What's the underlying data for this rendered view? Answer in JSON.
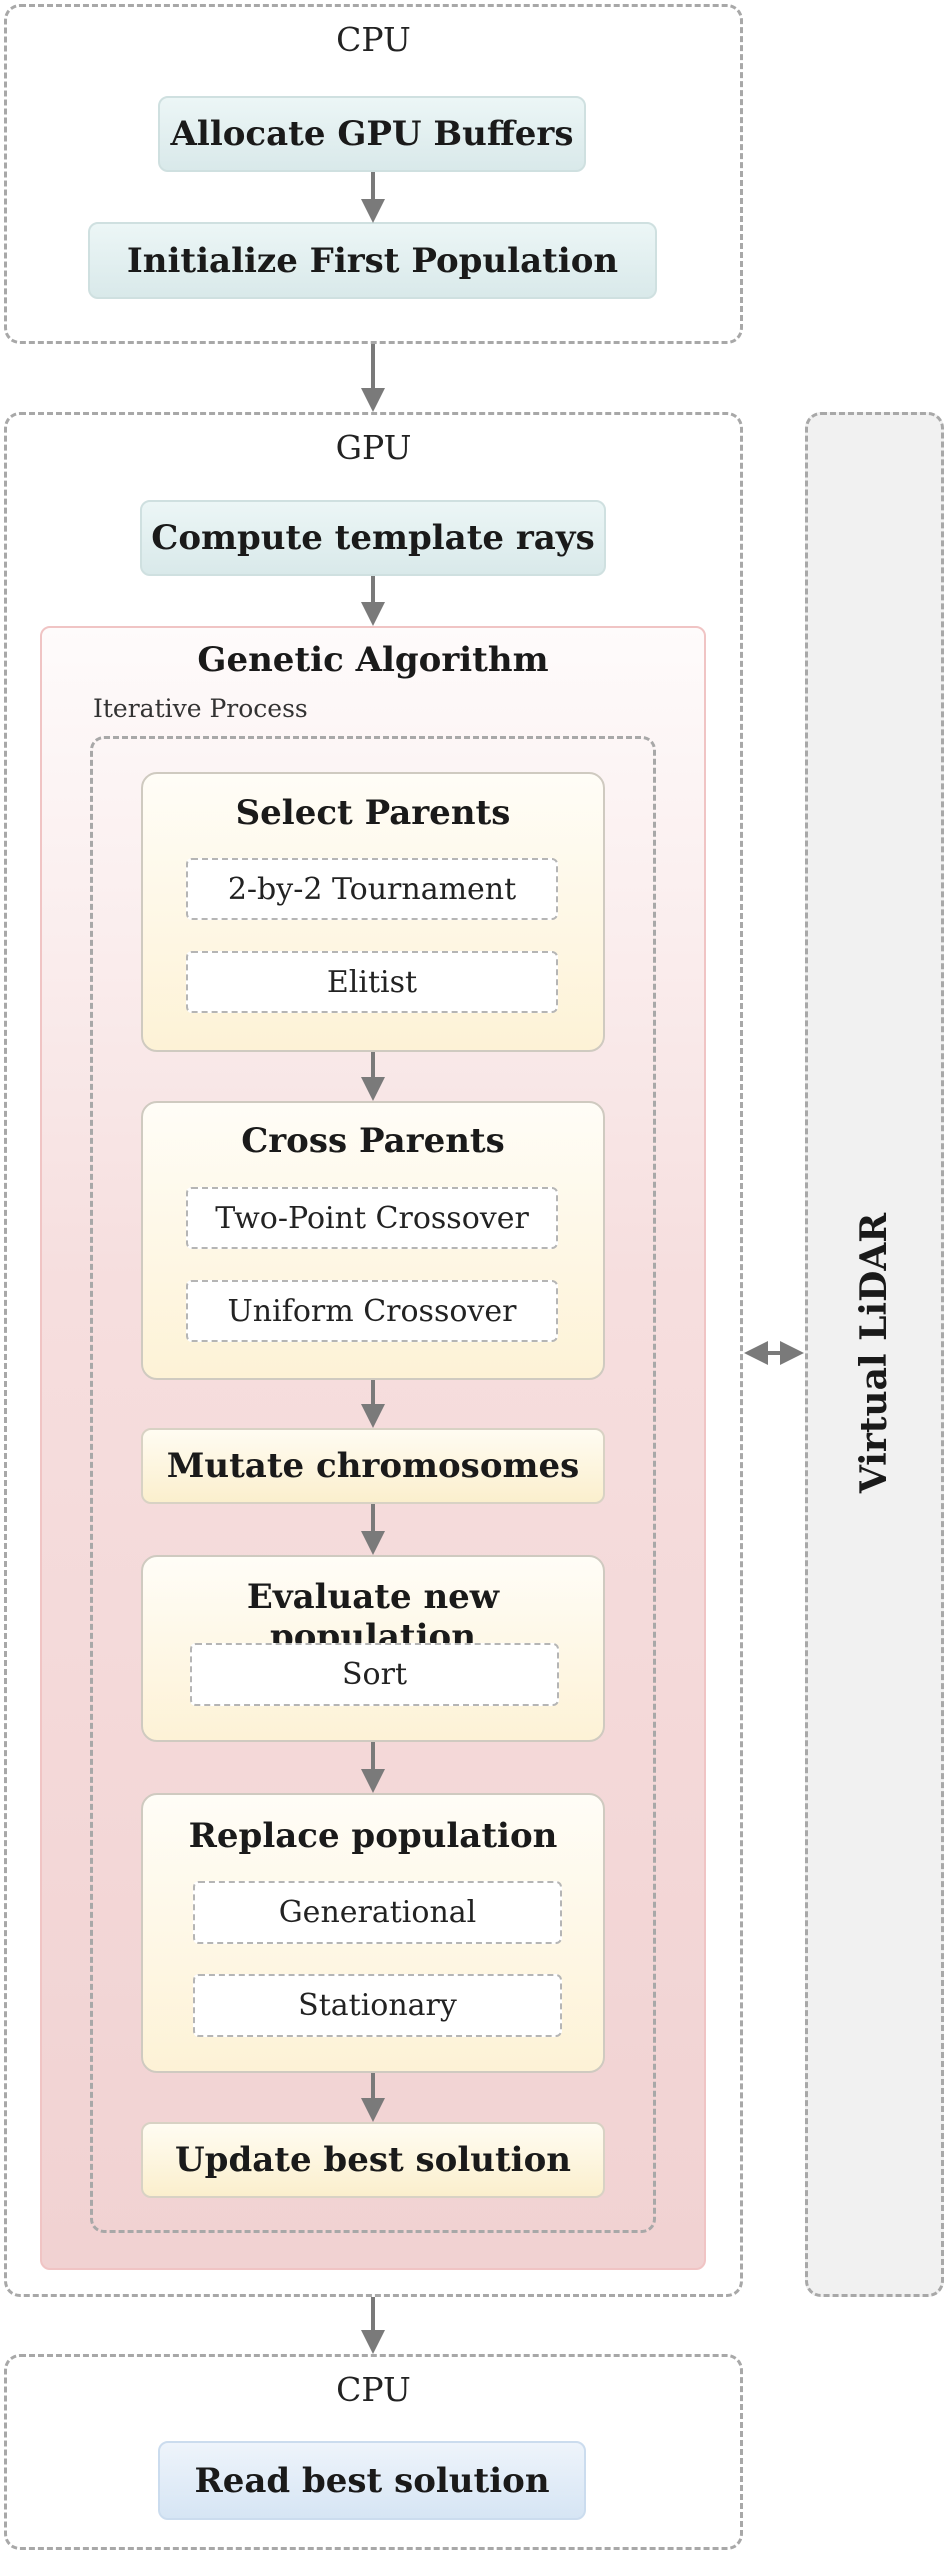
{
  "cpu_top": {
    "label": "CPU",
    "steps": [
      "Allocate GPU Buffers",
      "Initialize First Population"
    ]
  },
  "gpu": {
    "label": "GPU",
    "compute_step": "Compute template rays",
    "genetic_algorithm": {
      "title": "Genetic Algorithm",
      "iterative_label": "Iterative Process",
      "select_parents": {
        "title": "Select Parents",
        "options": [
          "2-by-2 Tournament",
          "Elitist"
        ]
      },
      "cross_parents": {
        "title": "Cross Parents",
        "options": [
          "Two-Point Crossover",
          "Uniform Crossover"
        ]
      },
      "mutate": "Mutate chromosomes",
      "evaluate": {
        "title": "Evaluate new population",
        "options": [
          "Sort"
        ]
      },
      "replace": {
        "title": "Replace population",
        "options": [
          "Generational",
          "Stationary"
        ]
      },
      "update": "Update best solution"
    }
  },
  "lidar": {
    "label": "Virtual LiDAR"
  },
  "cpu_bottom": {
    "label": "CPU",
    "steps": [
      "Read best solution"
    ]
  },
  "colors": {
    "arrow": "#7a7a7a",
    "region_border": "#a8a8a8",
    "ga_background": "#f3d6d6",
    "step_yellow": "#fbefcd",
    "step_teal": "#d9e9ea",
    "step_blue": "#d6e5f4"
  }
}
